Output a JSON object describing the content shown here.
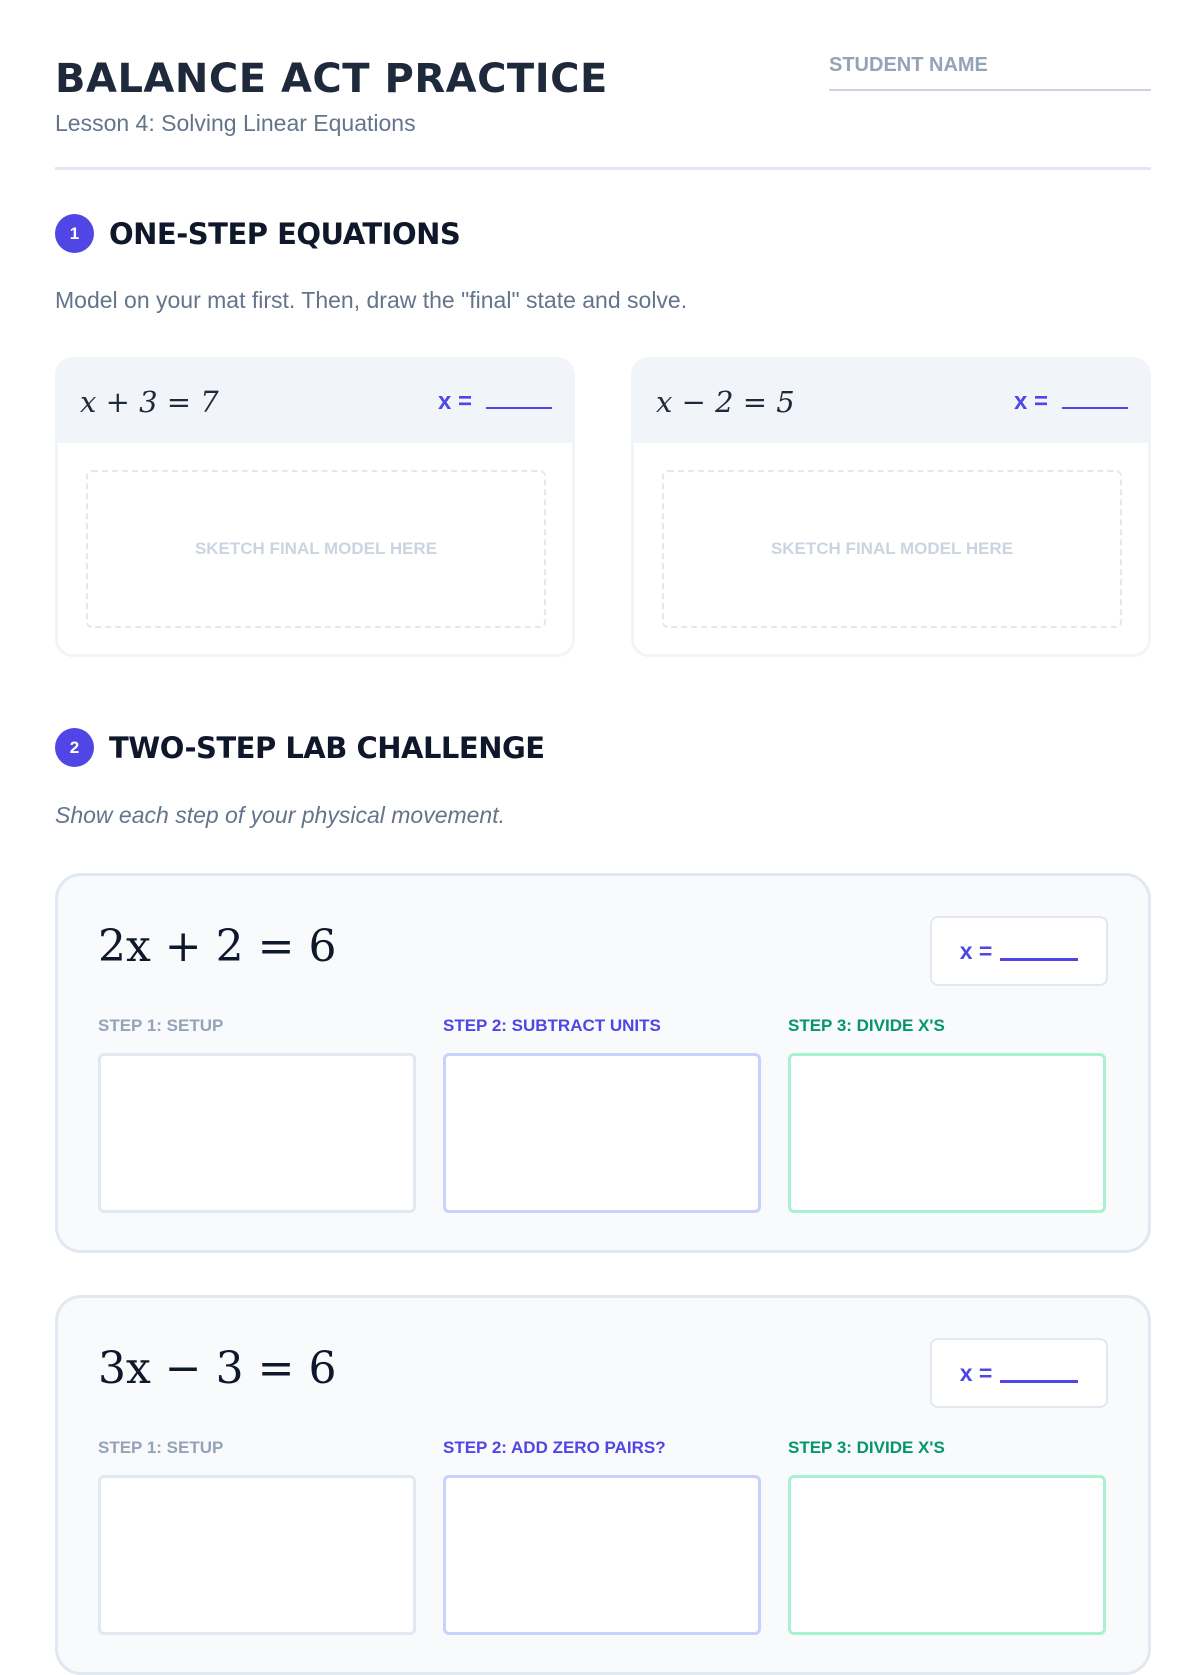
{
  "header": {
    "title": "BALANCE ACT PRACTICE",
    "subtitle": "Lesson 4: Solving Linear Equations",
    "student_name_label": "STUDENT NAME"
  },
  "section1": {
    "number": "1",
    "title": "ONE-STEP EQUATIONS",
    "instructions": "Model on your mat first. Then, draw the \"final\" state and solve.",
    "problems": [
      {
        "equation": "x + 3 = 7",
        "answer_label": "x  =",
        "sketch_placeholder": "SKETCH FINAL MODEL HERE"
      },
      {
        "equation": "x − 2 = 5",
        "answer_label": "x  =",
        "sketch_placeholder": "SKETCH FINAL MODEL HERE"
      }
    ]
  },
  "section2": {
    "number": "2",
    "title": "TWO-STEP LAB CHALLENGE",
    "instructions": "Show each step of your physical movement.",
    "problems": [
      {
        "equation": "2x + 2 = 6",
        "answer_label": "x =",
        "steps": [
          "STEP 1: SETUP",
          "STEP 2: SUBTRACT UNITS",
          "STEP 3: DIVIDE X'S"
        ]
      },
      {
        "equation": "3x − 3 = 6",
        "answer_label": "x =",
        "steps": [
          "STEP 1: SETUP",
          "STEP 2: ADD ZERO PAIRS?",
          "STEP 3: DIVIDE X'S"
        ]
      }
    ]
  },
  "colors": {
    "accent": "#4f46e5",
    "green": "#059669",
    "muted": "#94a3b8"
  }
}
